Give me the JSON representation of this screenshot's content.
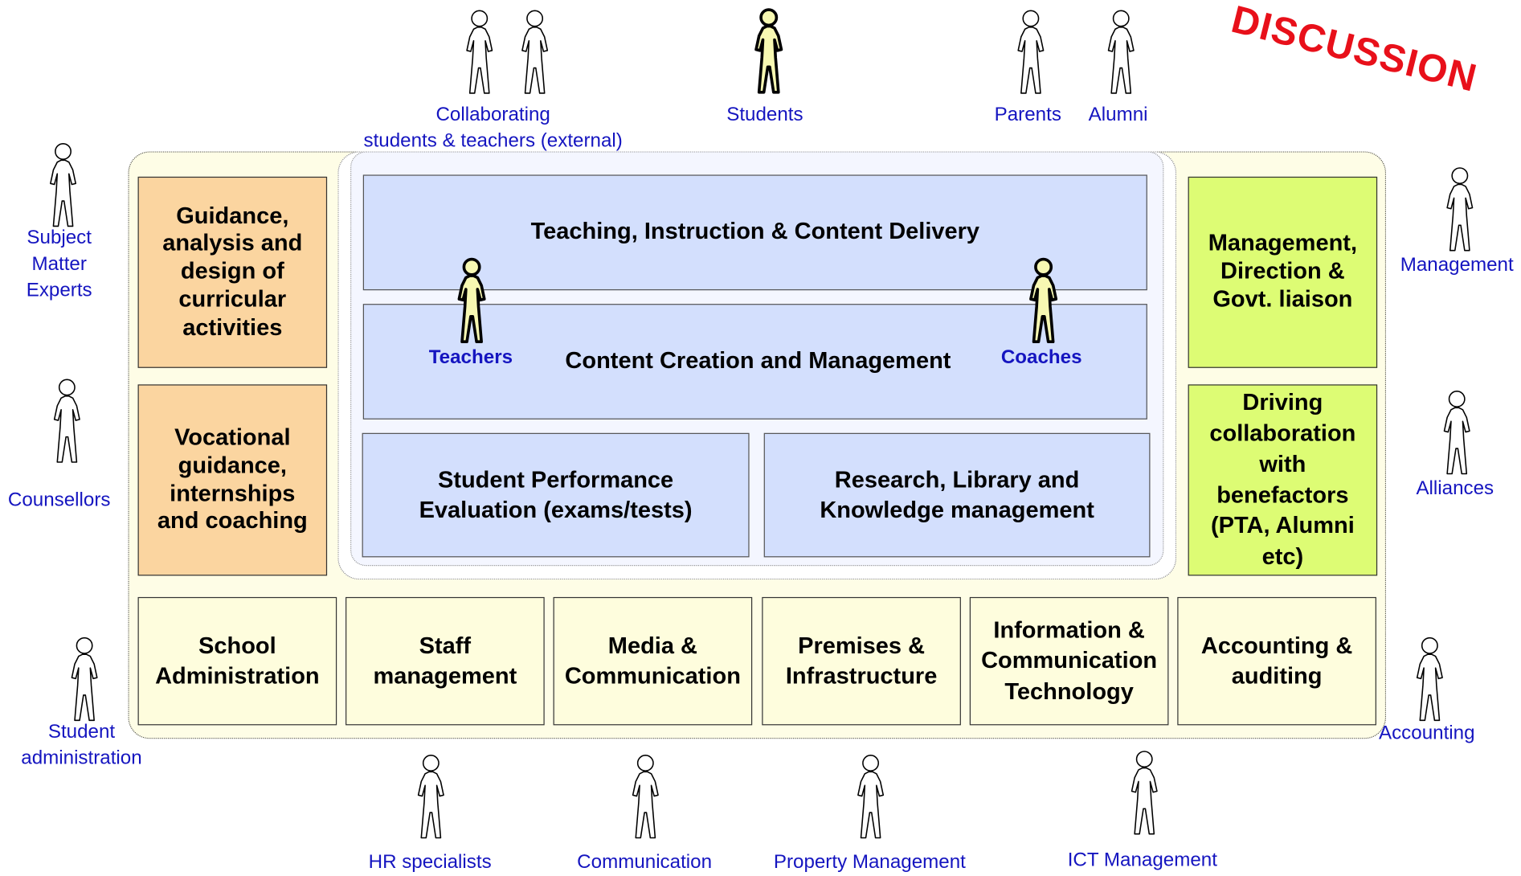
{
  "stamp": "DISCUSSION",
  "top_actors": {
    "collaborating": [
      "Collaborating",
      "students & teachers (external)"
    ],
    "students": "Students",
    "parents": "Parents",
    "alumni": "Alumni"
  },
  "left_actors": {
    "sme": [
      "Subject",
      "Matter",
      "Experts"
    ],
    "counsellors": "Counsellors",
    "student_admin": [
      "Student",
      "administration"
    ]
  },
  "right_actors": {
    "management": "Management",
    "alliances": "Alliances",
    "accounting": "Accounting"
  },
  "bottom_actors": {
    "hr": "HR specialists",
    "communication": "Communication",
    "property": "Property Management",
    "ict": "ICT Management"
  },
  "left_boxes": {
    "guidance": [
      "Guidance,",
      "analysis and",
      "design of",
      "curricular",
      "activities"
    ],
    "vocational": [
      "Vocational",
      "guidance,",
      "internships",
      "and coaching"
    ]
  },
  "right_boxes": {
    "management": [
      "Management,",
      "Direction &",
      "Govt. liaison"
    ],
    "driving": [
      "Driving",
      "collaboration",
      "with",
      "benefactors",
      "(PTA, Alumni",
      "etc)"
    ]
  },
  "core": {
    "teaching": "Teaching, Instruction & Content Delivery",
    "content": "Content Creation and Management",
    "teachers": "Teachers",
    "coaches": "Coaches",
    "evaluation": [
      "Student Performance",
      "Evaluation (exams/tests)"
    ],
    "research": [
      "Research, Library and",
      "Knowledge management"
    ]
  },
  "bottom_boxes": {
    "school_admin": [
      "School",
      "Administration"
    ],
    "staff": [
      "Staff",
      "management"
    ],
    "media": [
      "Media &",
      "Communication"
    ],
    "premises": [
      "Premises &",
      "Infrastructure"
    ],
    "ict": [
      "Information &",
      "Communication",
      "Technology"
    ],
    "accounting": [
      "Accounting &",
      "auditing"
    ]
  },
  "colors": {
    "orange": "#fbd5a0",
    "green": "#ddfc74",
    "blue": "#d3dffd",
    "cream": "#fefddd",
    "label_blue": "#1515c0",
    "stamp_red": "#e8101a"
  }
}
